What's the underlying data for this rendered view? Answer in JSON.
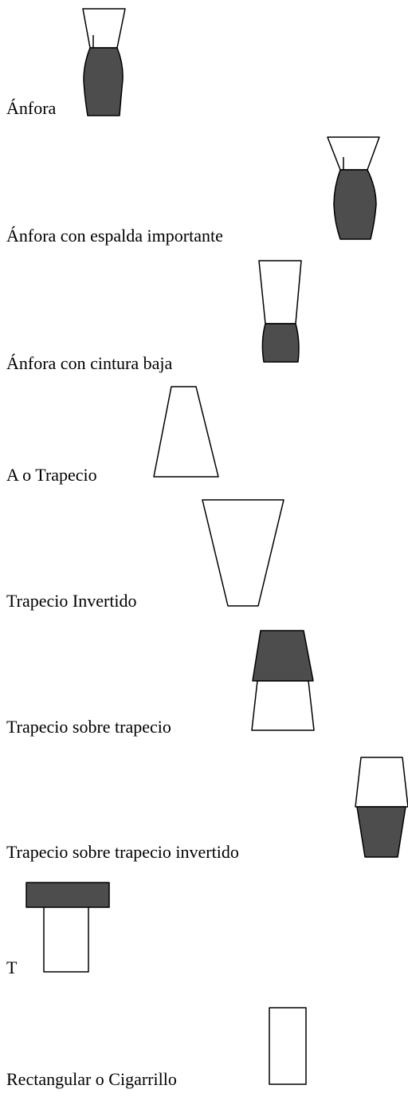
{
  "silhouettes": [
    {
      "label": "Ánfora",
      "icon": "amphora-silhouette-icon"
    },
    {
      "label": "Ánfora con espalda importante",
      "icon": "amphora-strong-back-silhouette-icon"
    },
    {
      "label": "Ánfora con cintura baja",
      "icon": "amphora-low-waist-silhouette-icon"
    },
    {
      "label": "A o Trapecio",
      "icon": "trapeze-silhouette-icon"
    },
    {
      "label": "Trapecio Invertido",
      "icon": "inverted-trapeze-silhouette-icon"
    },
    {
      "label": "Trapecio sobre trapecio",
      "icon": "trapeze-over-trapeze-silhouette-icon"
    },
    {
      "label": "Trapecio sobre trapecio invertido",
      "icon": "trapeze-over-inverted-trapeze-silhouette-icon"
    },
    {
      "label": "T",
      "icon": "t-silhouette-icon"
    },
    {
      "label": "Rectangular o Cigarrillo",
      "icon": "rectangle-cigarette-silhouette-icon"
    }
  ],
  "colors": {
    "dark_fill": "#4d4d4d",
    "light_fill": "#ffffff",
    "stroke": "#000000"
  }
}
